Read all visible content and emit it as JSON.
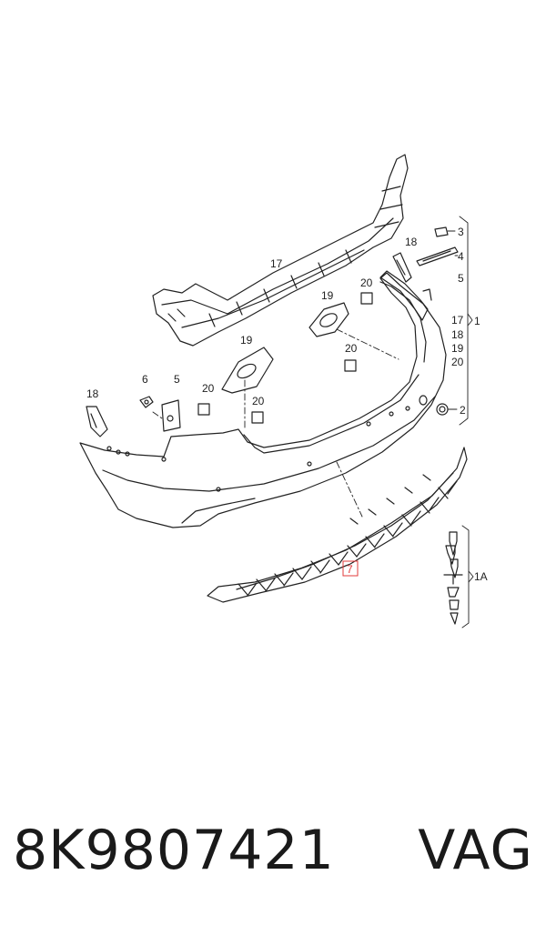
{
  "diagram": {
    "callouts": {
      "c3": "3",
      "c4": "4",
      "c5r": "5",
      "c17r": "17",
      "c1": "1",
      "c18r": "18",
      "c19r": "19",
      "c20r": "20",
      "c2": "2",
      "c17": "17",
      "c18top": "18",
      "c20a": "20",
      "c19a": "19",
      "c19b": "19",
      "c20b": "20",
      "c6": "6",
      "c5": "5",
      "c18left": "18",
      "c20c": "20",
      "c20d": "20",
      "c7": "7",
      "c1A": "1A"
    },
    "highlight_color": "#e23b3b"
  },
  "footer": {
    "part_number": "8K9807421",
    "brand": "VAG"
  }
}
